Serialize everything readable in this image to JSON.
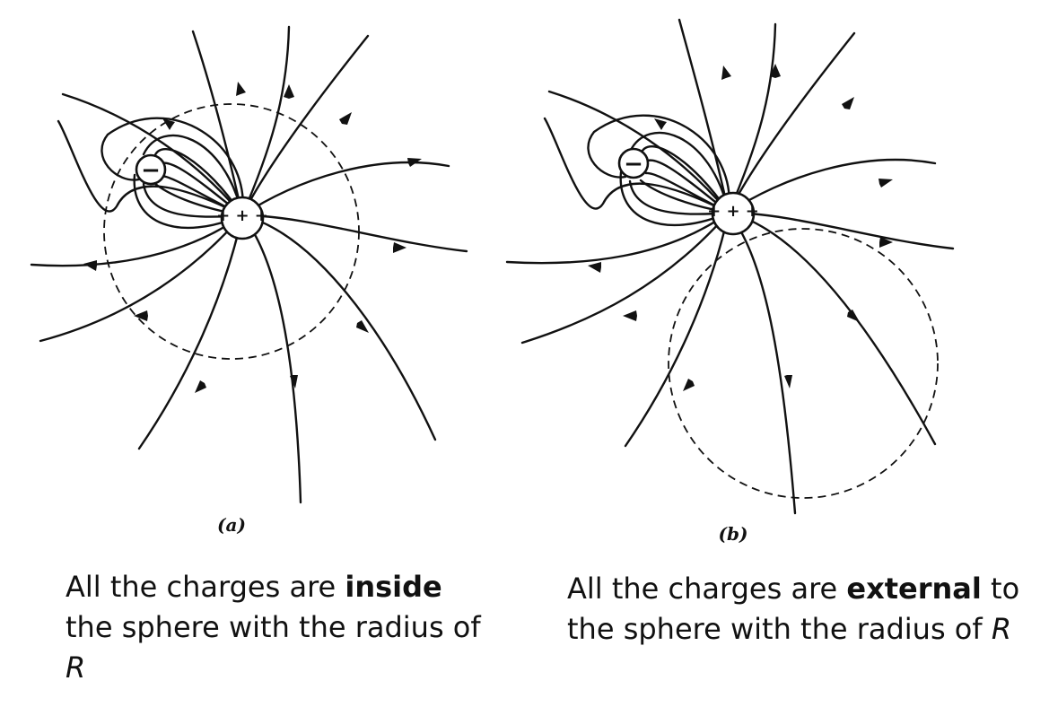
{
  "panel_a": {
    "label": "(a)",
    "negative_sign": "−",
    "positive_signs": "+ + +",
    "caption": {
      "pre": "All the charges are ",
      "emph": "inside",
      "post": " the sphere with the radius of ",
      "var": "R"
    }
  },
  "panel_b": {
    "label": "(b)",
    "negative_sign": "−",
    "positive_signs": "+ + +",
    "caption": {
      "pre": "All the charges are ",
      "emph": "external",
      "post": " to the sphere with the radius of ",
      "var": "R"
    }
  }
}
